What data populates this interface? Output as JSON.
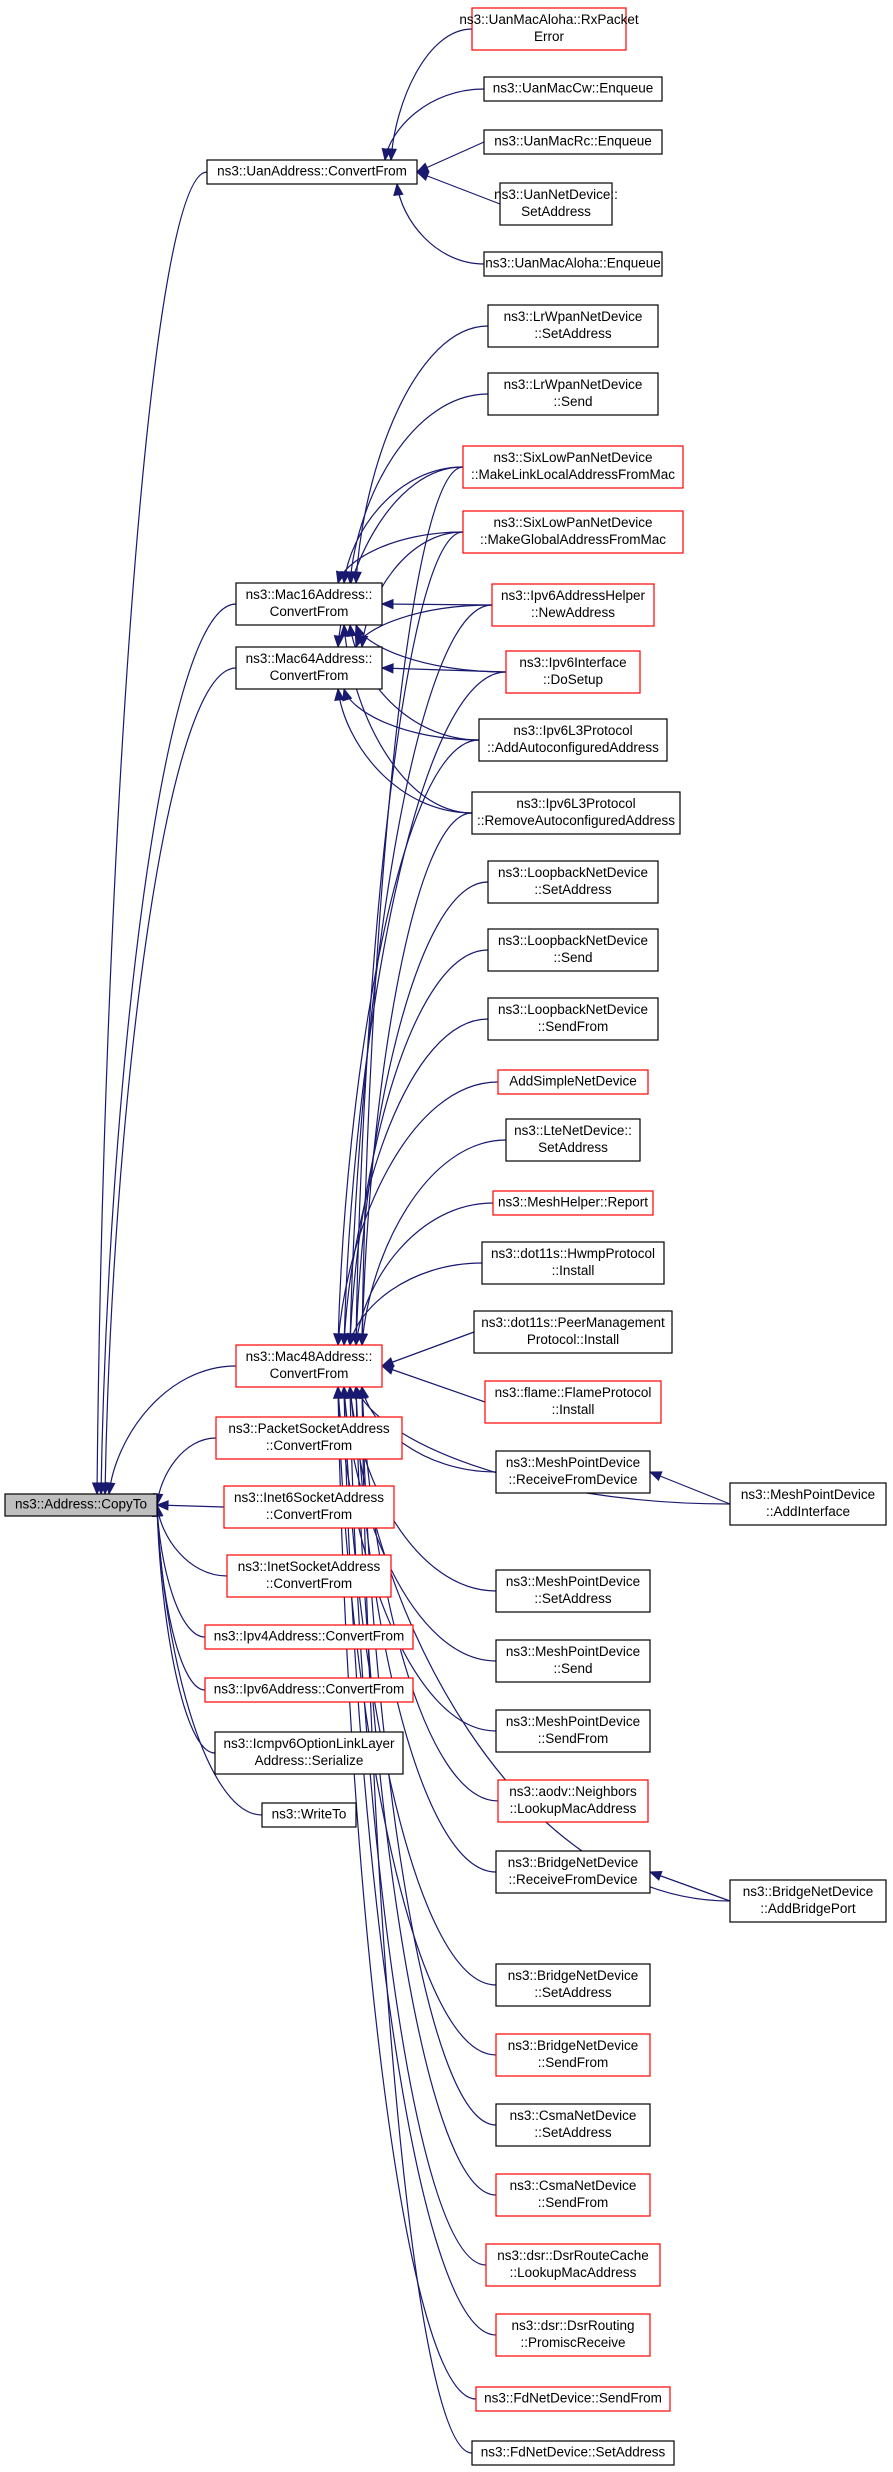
{
  "colors": {
    "edge": "#191970",
    "root_fill": "#bfbfbf",
    "border_complete": "#000000",
    "border_truncated": "#ff0000",
    "node_fill": "#ffffff"
  },
  "nodes": [
    {
      "id": "copyto",
      "lines": [
        "ns3::Address::CopyTo"
      ],
      "kind": "root"
    },
    {
      "id": "uan_convert",
      "lines": [
        "ns3::UanAddress::ConvertFrom"
      ],
      "kind": "complete"
    },
    {
      "id": "uan_aloha_rx",
      "lines": [
        "ns3::UanMacAloha::RxPacket",
        "Error"
      ],
      "kind": "truncated"
    },
    {
      "id": "uan_cw_enq",
      "lines": [
        "ns3::UanMacCw::Enqueue"
      ],
      "kind": "complete"
    },
    {
      "id": "uan_rc_enq",
      "lines": [
        "ns3::UanMacRc::Enqueue"
      ],
      "kind": "complete"
    },
    {
      "id": "uan_netdev_set",
      "lines": [
        "ns3::UanNetDevice::",
        "SetAddress"
      ],
      "kind": "complete"
    },
    {
      "id": "uan_aloha_enq",
      "lines": [
        "ns3::UanMacAloha::Enqueue"
      ],
      "kind": "complete"
    },
    {
      "id": "lrwpan_set",
      "lines": [
        "ns3::LrWpanNetDevice",
        "::SetAddress"
      ],
      "kind": "complete"
    },
    {
      "id": "lrwpan_send",
      "lines": [
        "ns3::LrWpanNetDevice",
        "::Send"
      ],
      "kind": "complete"
    },
    {
      "id": "sixlow_link",
      "lines": [
        "ns3::SixLowPanNetDevice",
        "::MakeLinkLocalAddressFromMac"
      ],
      "kind": "truncated"
    },
    {
      "id": "sixlow_global",
      "lines": [
        "ns3::SixLowPanNetDevice",
        "::MakeGlobalAddressFromMac"
      ],
      "kind": "truncated"
    },
    {
      "id": "mac16_convert",
      "lines": [
        "ns3::Mac16Address::",
        "ConvertFrom"
      ],
      "kind": "complete"
    },
    {
      "id": "ipv6helper_new",
      "lines": [
        "ns3::Ipv6AddressHelper",
        "::NewAddress"
      ],
      "kind": "truncated"
    },
    {
      "id": "mac64_convert",
      "lines": [
        "ns3::Mac64Address::",
        "ConvertFrom"
      ],
      "kind": "complete"
    },
    {
      "id": "ipv6iface_setup",
      "lines": [
        "ns3::Ipv6Interface",
        "::DoSetup"
      ],
      "kind": "truncated"
    },
    {
      "id": "ipv6l3_add",
      "lines": [
        "ns3::Ipv6L3Protocol",
        "::AddAutoconfiguredAddress"
      ],
      "kind": "complete"
    },
    {
      "id": "ipv6l3_remove",
      "lines": [
        "ns3::Ipv6L3Protocol",
        "::RemoveAutoconfiguredAddress"
      ],
      "kind": "complete"
    },
    {
      "id": "loop_set",
      "lines": [
        "ns3::LoopbackNetDevice",
        "::SetAddress"
      ],
      "kind": "complete"
    },
    {
      "id": "loop_send",
      "lines": [
        "ns3::LoopbackNetDevice",
        "::Send"
      ],
      "kind": "complete"
    },
    {
      "id": "loop_sendfrom",
      "lines": [
        "ns3::LoopbackNetDevice",
        "::SendFrom"
      ],
      "kind": "complete"
    },
    {
      "id": "add_simple",
      "lines": [
        "AddSimpleNetDevice"
      ],
      "kind": "truncated"
    },
    {
      "id": "lte_set",
      "lines": [
        "ns3::LteNetDevice::",
        "SetAddress"
      ],
      "kind": "complete"
    },
    {
      "id": "mesh_report",
      "lines": [
        "ns3::MeshHelper::Report"
      ],
      "kind": "truncated"
    },
    {
      "id": "hwmp_install",
      "lines": [
        "ns3::dot11s::HwmpProtocol",
        "::Install"
      ],
      "kind": "complete"
    },
    {
      "id": "peer_install",
      "lines": [
        "ns3::dot11s::PeerManagement",
        "Protocol::Install"
      ],
      "kind": "complete"
    },
    {
      "id": "mac48_convert",
      "lines": [
        "ns3::Mac48Address::",
        "ConvertFrom"
      ],
      "kind": "truncated"
    },
    {
      "id": "flame_install",
      "lines": [
        "ns3::flame::FlameProtocol",
        "::Install"
      ],
      "kind": "truncated"
    },
    {
      "id": "packetsock",
      "lines": [
        "ns3::PacketSocketAddress",
        "::ConvertFrom"
      ],
      "kind": "truncated"
    },
    {
      "id": "meshpoint_recv",
      "lines": [
        "ns3::MeshPointDevice",
        "::ReceiveFromDevice"
      ],
      "kind": "complete"
    },
    {
      "id": "meshpoint_addif",
      "lines": [
        "ns3::MeshPointDevice",
        "::AddInterface"
      ],
      "kind": "complete"
    },
    {
      "id": "inet6sock",
      "lines": [
        "ns3::Inet6SocketAddress",
        "::ConvertFrom"
      ],
      "kind": "truncated"
    },
    {
      "id": "inetsock",
      "lines": [
        "ns3::InetSocketAddress",
        "::ConvertFrom"
      ],
      "kind": "truncated"
    },
    {
      "id": "meshpoint_set",
      "lines": [
        "ns3::MeshPointDevice",
        "::SetAddress"
      ],
      "kind": "complete"
    },
    {
      "id": "ipv4_convert",
      "lines": [
        "ns3::Ipv4Address::ConvertFrom"
      ],
      "kind": "truncated"
    },
    {
      "id": "meshpoint_send",
      "lines": [
        "ns3::MeshPointDevice",
        "::Send"
      ],
      "kind": "complete"
    },
    {
      "id": "ipv6_convert",
      "lines": [
        "ns3::Ipv6Address::ConvertFrom"
      ],
      "kind": "truncated"
    },
    {
      "id": "meshpoint_sendfrom",
      "lines": [
        "ns3::MeshPointDevice",
        "::SendFrom"
      ],
      "kind": "complete"
    },
    {
      "id": "icmpv6_serialize",
      "lines": [
        "ns3::Icmpv6OptionLinkLayer",
        "Address::Serialize"
      ],
      "kind": "complete"
    },
    {
      "id": "aodv_lookup",
      "lines": [
        "ns3::aodv::Neighbors",
        "::LookupMacAddress"
      ],
      "kind": "truncated"
    },
    {
      "id": "writeto",
      "lines": [
        "ns3::WriteTo"
      ],
      "kind": "complete"
    },
    {
      "id": "bridge_recv",
      "lines": [
        "ns3::BridgeNetDevice",
        "::ReceiveFromDevice"
      ],
      "kind": "complete"
    },
    {
      "id": "bridge_addport",
      "lines": [
        "ns3::BridgeNetDevice",
        "::AddBridgePort"
      ],
      "kind": "complete"
    },
    {
      "id": "bridge_set",
      "lines": [
        "ns3::BridgeNetDevice",
        "::SetAddress"
      ],
      "kind": "complete"
    },
    {
      "id": "bridge_sendfrom",
      "lines": [
        "ns3::BridgeNetDevice",
        "::SendFrom"
      ],
      "kind": "truncated"
    },
    {
      "id": "csma_set",
      "lines": [
        "ns3::CsmaNetDevice",
        "::SetAddress"
      ],
      "kind": "complete"
    },
    {
      "id": "csma_sendfrom",
      "lines": [
        "ns3::CsmaNetDevice",
        "::SendFrom"
      ],
      "kind": "truncated"
    },
    {
      "id": "dsr_cache",
      "lines": [
        "ns3::dsr::DsrRouteCache",
        "::LookupMacAddress"
      ],
      "kind": "truncated"
    },
    {
      "id": "dsr_promisc",
      "lines": [
        "ns3::dsr::DsrRouting",
        "::PromiscReceive"
      ],
      "kind": "truncated"
    },
    {
      "id": "fd_sendfrom",
      "lines": [
        "ns3::FdNetDevice::SendFrom"
      ],
      "kind": "truncated"
    },
    {
      "id": "fd_set",
      "lines": [
        "ns3::FdNetDevice::SetAddress"
      ],
      "kind": "complete"
    }
  ]
}
